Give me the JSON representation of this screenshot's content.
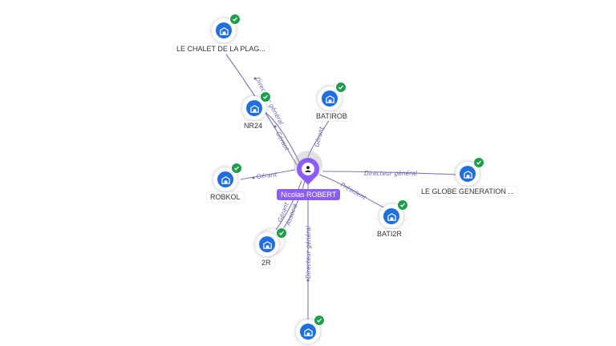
{
  "center": {
    "name": "Nicolas ROBERT",
    "icon": "person-icon"
  },
  "nodes": [
    {
      "id": "chalet",
      "label": "LE CHALET DE LA PLAG...",
      "icon": "building-icon",
      "verified": true
    },
    {
      "id": "nr24",
      "label": "NR24",
      "icon": "building-icon",
      "verified": true
    },
    {
      "id": "batirob",
      "label": "BATIROB",
      "icon": "building-icon",
      "verified": true
    },
    {
      "id": "robkol",
      "label": "ROBKOL",
      "icon": "building-icon",
      "verified": true
    },
    {
      "id": "globe",
      "label": "LE GLOBE GENERATION ...",
      "icon": "building-icon",
      "verified": true
    },
    {
      "id": "bati2r",
      "label": "BATI2R",
      "icon": "building-icon",
      "verified": true
    },
    {
      "id": "2r",
      "label": "2R",
      "icon": "building-icon",
      "verified": true
    },
    {
      "id": "bottom",
      "label": "",
      "icon": "building-icon",
      "verified": true
    }
  ],
  "edges": [
    {
      "id": "e-chalet",
      "label": "Directeur général"
    },
    {
      "id": "e-nr24",
      "label": "Gérant"
    },
    {
      "id": "e-batirob",
      "label": "Gérant"
    },
    {
      "id": "e-robkol",
      "label": "Gérant"
    },
    {
      "id": "e-globe",
      "label": "Directeur général"
    },
    {
      "id": "e-bati2r",
      "label": "Président"
    },
    {
      "id": "e-2r-a",
      "label": "Gérant"
    },
    {
      "id": "e-2r-b",
      "label": "Associé"
    },
    {
      "id": "e-bottom",
      "label": "Directeur général"
    }
  ],
  "colors": {
    "accent": "#8b5cf6",
    "node": "#1f6fe0",
    "verified": "#1e9d4c",
    "edge": "#7a7ab8"
  }
}
